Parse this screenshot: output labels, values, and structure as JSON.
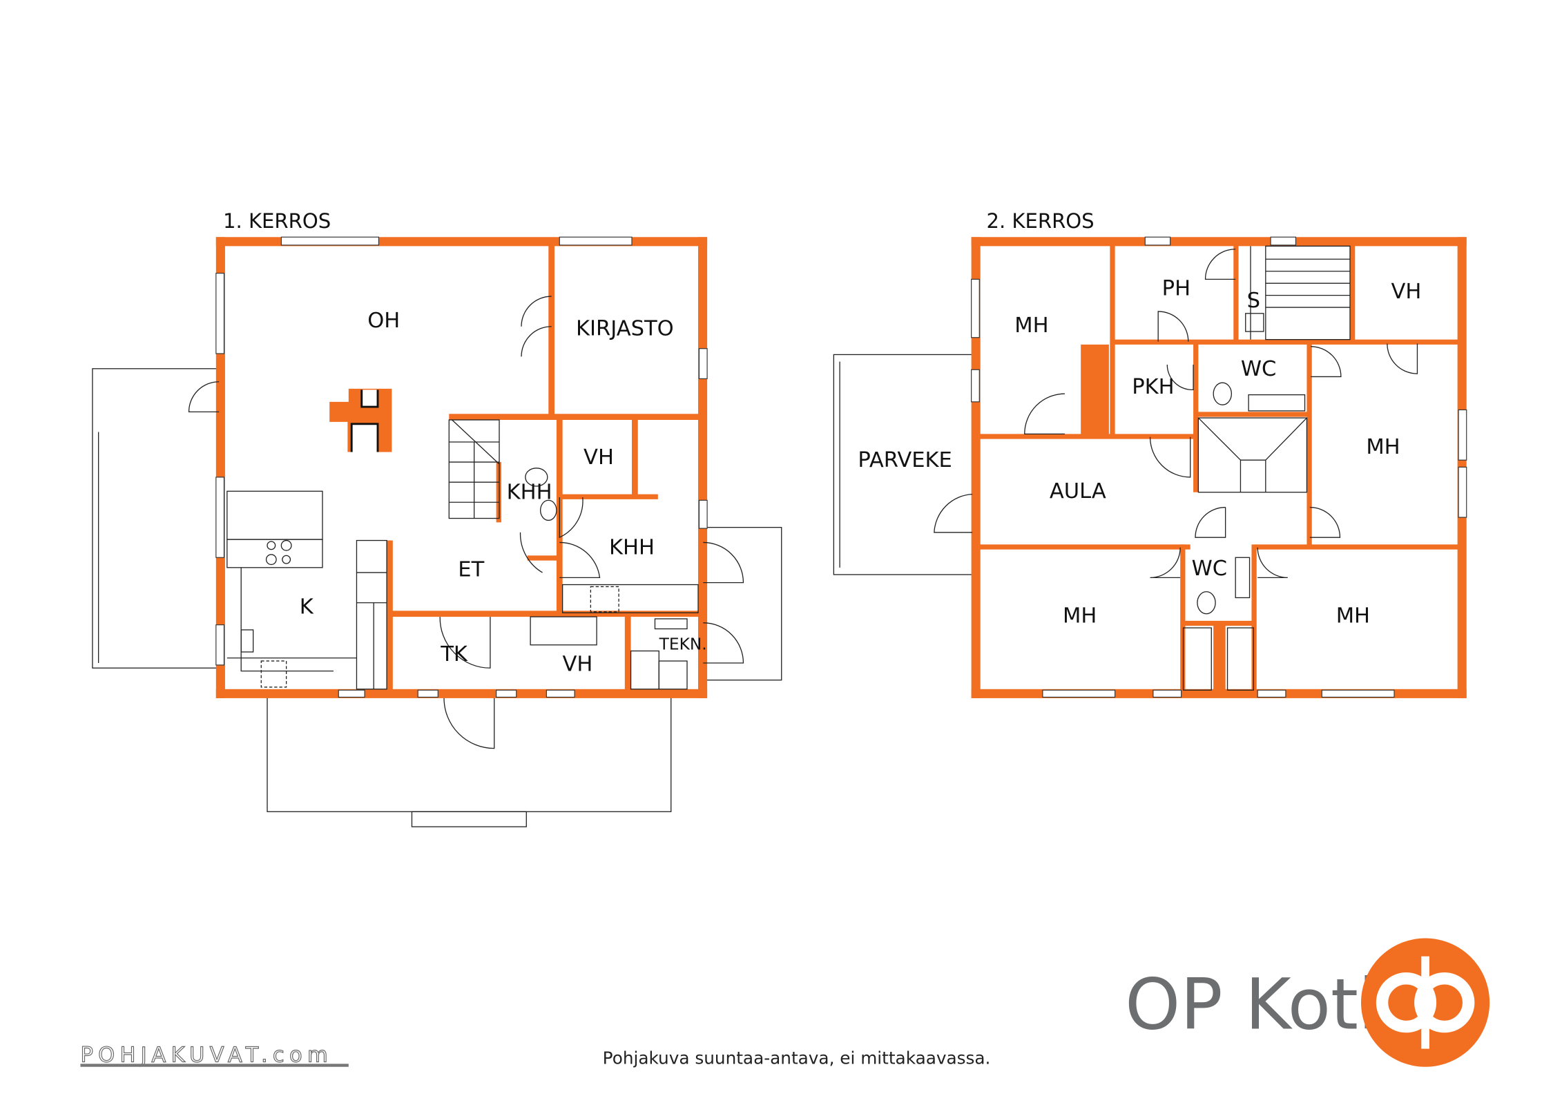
{
  "floor1": {
    "title": "1. KERROS",
    "rooms": {
      "oh": "OH",
      "kirjasto": "KIRJASTO",
      "vh1": "VH",
      "khh1": "KHH",
      "khh2": "KHH",
      "et": "ET",
      "k": "K",
      "tk": "TK",
      "vh2": "VH",
      "tekn": "TEKN."
    }
  },
  "floor2": {
    "title": "2. KERROS",
    "rooms": {
      "mh1": "MH",
      "ph": "PH",
      "s": "S",
      "vh": "VH",
      "pkh": "PKH",
      "wc1": "WC",
      "mh2": "MH",
      "parveke": "PARVEKE",
      "aula": "AULA",
      "wc2": "WC",
      "mh3": "MH",
      "mh4": "MH"
    }
  },
  "footer": {
    "disclaimer": "Pohjakuva suuntaa-antava, ei mittakaavassa.",
    "pohjakuvat_logo": "POHJAKUVAT.com",
    "brand": "OP Koti"
  },
  "colors": {
    "wall": "#f26f21",
    "brand_gray": "#6d6e70"
  }
}
